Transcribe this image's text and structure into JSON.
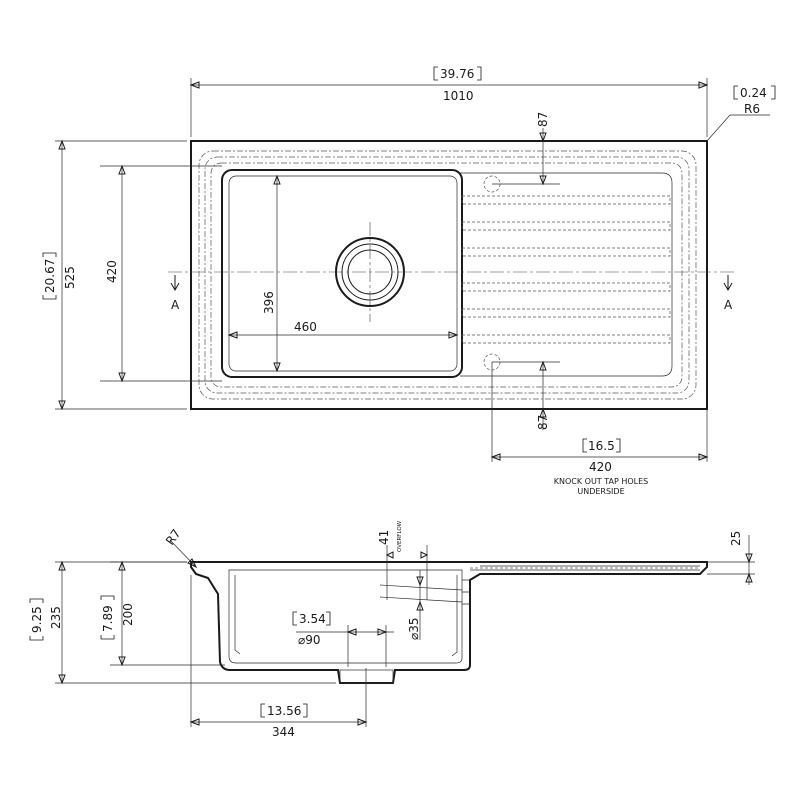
{
  "top_view": {
    "overall_width": {
      "inch": "39.76",
      "mm": "1010"
    },
    "corner_radius": {
      "inch": "0.24",
      "mm": "R6"
    },
    "overall_depth": {
      "inch": "20.67",
      "mm": "525"
    },
    "bowl_depth": "420",
    "bowl_inner_depth": "396",
    "bowl_width": "460",
    "tap_hole_top": "87",
    "tap_hole_bottom": "87",
    "tap_hole_span": {
      "inch": "16.5",
      "mm": "420"
    },
    "section_left": "A",
    "section_right": "A",
    "note_line1": "KNOCK OUT TAP HOLES",
    "note_line2": "UNDERSIDE"
  },
  "section_view": {
    "rim_radius": "R7",
    "overflow_offset": "41",
    "overflow_label": "OVERFLOW",
    "overflow_diameter": "⌀35",
    "deck_thickness": "25",
    "total_height": {
      "inch": "9.25",
      "mm": "235"
    },
    "bowl_height": {
      "inch": "7.89",
      "mm": "200"
    },
    "waste_diameter": {
      "inch": "3.54",
      "mm": "⌀90"
    },
    "waste_offset": {
      "inch": "13.56",
      "mm": "344"
    }
  }
}
